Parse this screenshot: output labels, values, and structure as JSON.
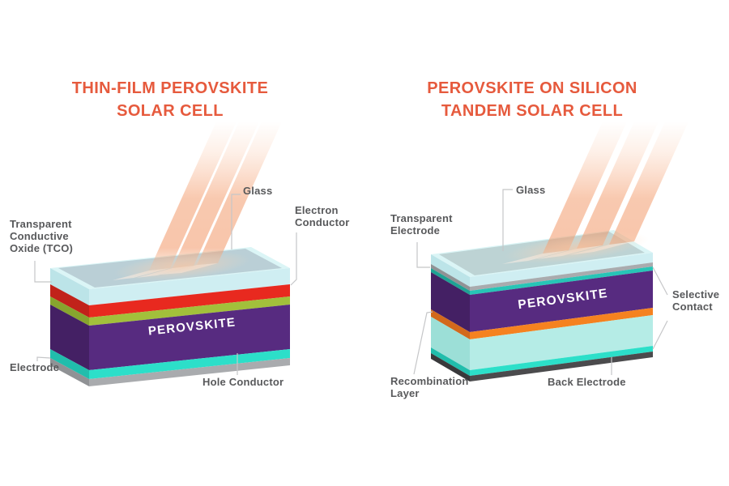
{
  "page": {
    "background": "#ffffff"
  },
  "style": {
    "title_color": "#e65a3d",
    "label_color": "#58595b",
    "leader_line_color": "#c5c6c8",
    "beam_color": "#f39a64",
    "perovskite_text_color": "#ffffff"
  },
  "left_diagram": {
    "title": "THIN-FILM PEROVSKITE\nSOLAR CELL",
    "face_label": "PEROVSKITE",
    "labels": {
      "glass": "Glass",
      "electron_conductor": "Electron\nConductor",
      "tco": "Transparent\nConductive\nOxide (TCO)",
      "electrode": "Electrode",
      "hole_conductor": "Hole Conductor"
    },
    "layers": {
      "glass": {
        "front": "#cfeef2",
        "side": "#bce4e8",
        "top": "#dbf5f6",
        "top_inner": "#bacfd6"
      },
      "tco": {
        "front": "#e8291f",
        "side": "#c1221a"
      },
      "electron_conductor": {
        "front": "#a2c03b",
        "side": "#87a52e"
      },
      "perovskite": {
        "front": "#572b80",
        "side": "#442064"
      },
      "hole_conductor": {
        "front": "#2cdfc9",
        "side": "#21bdac"
      },
      "electrode": {
        "front": "#a9abae",
        "side": "#909295"
      }
    }
  },
  "right_diagram": {
    "title": "PEROVSKITE ON SILICON\nTANDEM SOLAR CELL",
    "face_label": "PEROVSKITE",
    "labels": {
      "glass": "Glass",
      "transparent_electrode": "Transparent\nElectrode",
      "selective_contact": "Selective\nContact",
      "recombination_layer": "Recombination\nLayer",
      "back_electrode": "Back Electrode"
    },
    "layers": {
      "glass": {
        "front": "#cfeef2",
        "side": "#bce4e8",
        "top": "#dbf5f6",
        "top_inner": "#bdd3d4"
      },
      "transparent_electrode": {
        "front": "#a9abae",
        "side": "#909295"
      },
      "selective_contact_top": {
        "front": "#27c5b6",
        "side": "#1ea294"
      },
      "perovskite": {
        "front": "#572b80",
        "side": "#442064"
      },
      "recombination_layer": {
        "front": "#f58220",
        "side": "#d2691c"
      },
      "silicon_layer": {
        "front": "#b5ece6",
        "side": "#9cdfd7"
      },
      "selective_contact_bottom": {
        "front": "#2cdfc9",
        "side": "#21bdac"
      },
      "back_electrode": {
        "front": "#4b4b4d",
        "side": "#39393b"
      }
    }
  }
}
